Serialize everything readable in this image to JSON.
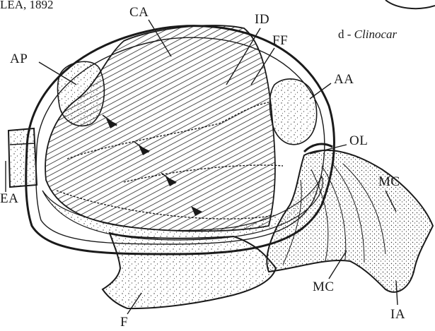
{
  "corner_text": "LEA, 1892",
  "caption": {
    "letter": "d",
    "dash": "-",
    "taxon": "Clinocar"
  },
  "labels": {
    "CA": "CA",
    "ID": "ID",
    "FF": "FF",
    "AP": "AP",
    "AA": "AA",
    "OL": "OL",
    "MC_upper": "MC",
    "MC_lower": "MC",
    "EA": "EA",
    "IA": "IA",
    "F": "F"
  },
  "colors": {
    "ink": "#1a1a1a",
    "paper": "#ffffff"
  }
}
